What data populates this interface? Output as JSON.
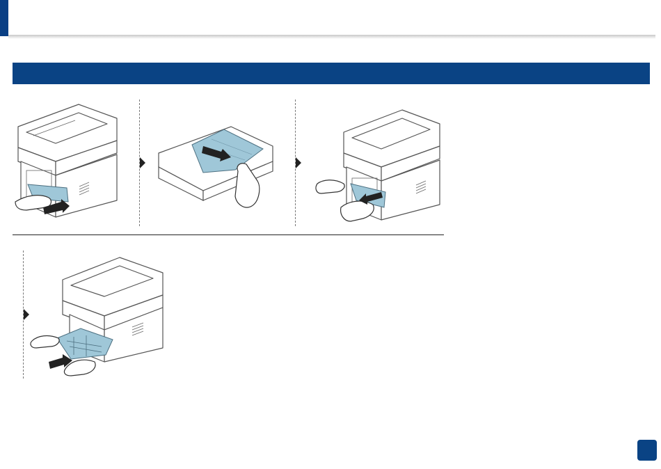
{
  "page": {
    "accent_color": "#0a4384",
    "paper_color": "#9fc7d8",
    "section_title": "",
    "page_number": ""
  },
  "steps": [
    {
      "id": 1,
      "icon": "printer-rear-paper-pull-icon"
    },
    {
      "id": 2,
      "icon": "paper-tray-paper-removal-icon"
    },
    {
      "id": 3,
      "icon": "printer-rear-paper-pull-icon"
    },
    {
      "id": 4,
      "icon": "duplex-unit-insert-icon"
    }
  ]
}
